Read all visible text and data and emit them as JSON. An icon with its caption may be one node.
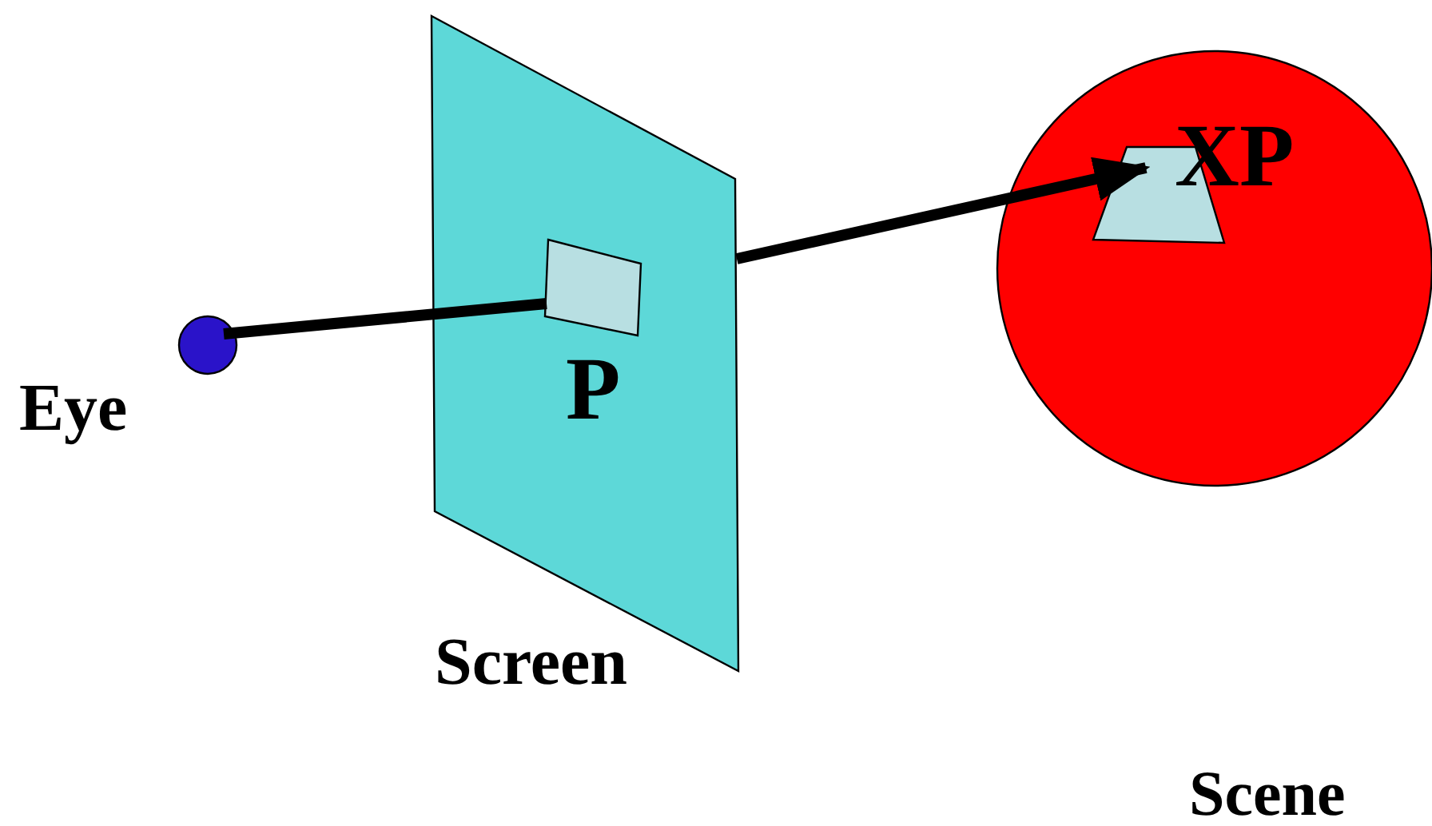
{
  "diagram": {
    "nodes": [
      {
        "text": [
          "Eye"
        ]
      },
      {
        "text": [
          "Screen"
        ]
      },
      {
        "text": [
          "P"
        ],
        "in": 1
      },
      {
        "text": [
          "Scene"
        ]
      },
      {
        "text": [
          "XP"
        ],
        "in": 3
      }
    ],
    "edges": [
      {
        "from": 0,
        "to": 2,
        "arrow": "none"
      },
      {
        "from": 1,
        "to": 4,
        "arrow": "to"
      }
    ]
  }
}
